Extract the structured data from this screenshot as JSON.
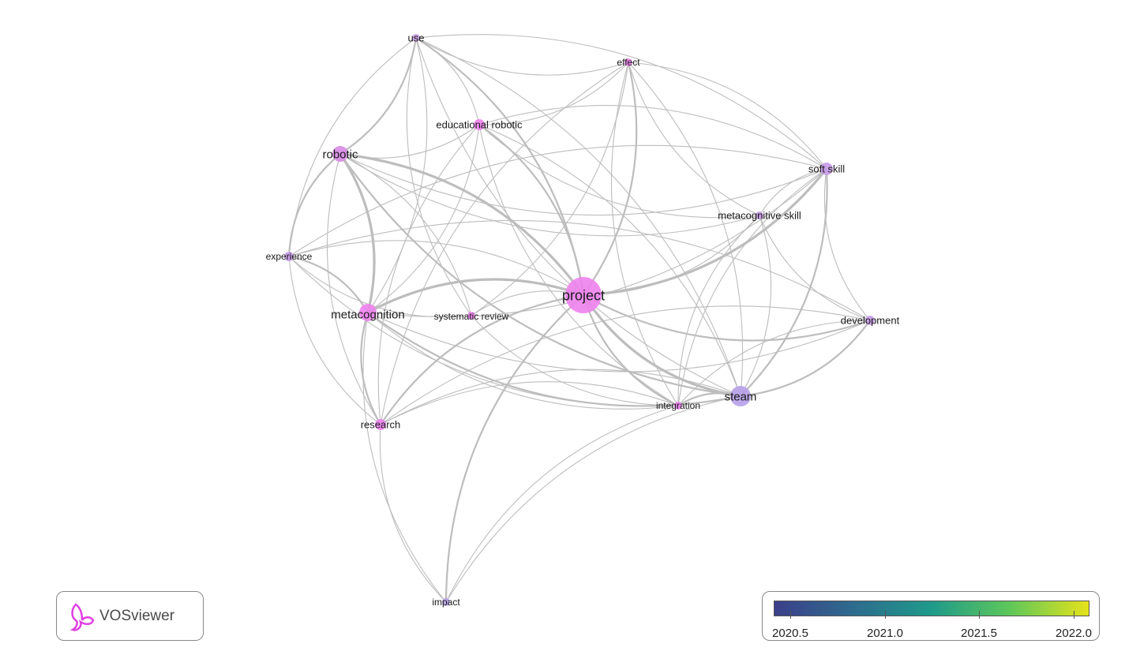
{
  "network": {
    "nodes": [
      {
        "id": "project",
        "label": "project",
        "color": "#ee82ee"
      },
      {
        "id": "metacognition",
        "label": "metacognition",
        "color": "#ee82ee"
      },
      {
        "id": "robotic",
        "label": "robotic",
        "color": "#d88ae6"
      },
      {
        "id": "steam",
        "label": "steam",
        "color": "#b6a0e8"
      },
      {
        "id": "soft_skill",
        "label": "soft skill",
        "color": "#c79ae8"
      },
      {
        "id": "educational_robotic",
        "label": "educational robotic",
        "color": "#ee82ee"
      },
      {
        "id": "use",
        "label": "use",
        "color": "#c8a0e6"
      },
      {
        "id": "effect",
        "label": "effect",
        "color": "#ee82ee"
      },
      {
        "id": "metacognitive_skill",
        "label": "metacognitive skill",
        "color": "#c79ae8"
      },
      {
        "id": "experience",
        "label": "experience",
        "color": "#c79ae8"
      },
      {
        "id": "systematic_review",
        "label": "systematic review",
        "color": "#ee82ee"
      },
      {
        "id": "development",
        "label": "development",
        "color": "#c79ae8"
      },
      {
        "id": "integration",
        "label": "integration",
        "color": "#ee82ee"
      },
      {
        "id": "research",
        "label": "research",
        "color": "#ee82ee"
      },
      {
        "id": "impact",
        "label": "impact",
        "color": "#b6a0e8"
      }
    ],
    "edges": [
      [
        "project",
        "metacognition",
        3
      ],
      [
        "project",
        "robotic",
        3
      ],
      [
        "project",
        "steam",
        3
      ],
      [
        "project",
        "soft_skill",
        3
      ],
      [
        "project",
        "educational_robotic",
        2
      ],
      [
        "project",
        "use",
        2
      ],
      [
        "project",
        "effect",
        2
      ],
      [
        "project",
        "metacognitive_skill",
        1
      ],
      [
        "project",
        "experience",
        1
      ],
      [
        "project",
        "systematic_review",
        1
      ],
      [
        "project",
        "development",
        2
      ],
      [
        "project",
        "integration",
        2
      ],
      [
        "project",
        "research",
        2
      ],
      [
        "project",
        "impact",
        2
      ],
      [
        "metacognition",
        "robotic",
        3
      ],
      [
        "metacognition",
        "steam",
        2
      ],
      [
        "metacognition",
        "soft_skill",
        1
      ],
      [
        "metacognition",
        "educational_robotic",
        1
      ],
      [
        "metacognition",
        "use",
        1
      ],
      [
        "metacognition",
        "experience",
        2
      ],
      [
        "metacognition",
        "research",
        2
      ],
      [
        "metacognition",
        "integration",
        1
      ],
      [
        "metacognition",
        "impact",
        1
      ],
      [
        "metacognition",
        "development",
        1
      ],
      [
        "robotic",
        "use",
        2
      ],
      [
        "robotic",
        "experience",
        2
      ],
      [
        "robotic",
        "steam",
        2
      ],
      [
        "robotic",
        "educational_robotic",
        1
      ],
      [
        "robotic",
        "soft_skill",
        1
      ],
      [
        "robotic",
        "research",
        1
      ],
      [
        "robotic",
        "metacognitive_skill",
        1
      ],
      [
        "steam",
        "soft_skill",
        2
      ],
      [
        "steam",
        "integration",
        2
      ],
      [
        "steam",
        "development",
        2
      ],
      [
        "steam",
        "metacognitive_skill",
        1
      ],
      [
        "steam",
        "educational_robotic",
        1
      ],
      [
        "steam",
        "use",
        1
      ],
      [
        "steam",
        "research",
        1
      ],
      [
        "steam",
        "impact",
        1
      ],
      [
        "steam",
        "effect",
        1
      ],
      [
        "soft_skill",
        "development",
        1
      ],
      [
        "soft_skill",
        "metacognitive_skill",
        1
      ],
      [
        "soft_skill",
        "effect",
        1
      ],
      [
        "soft_skill",
        "educational_robotic",
        1
      ],
      [
        "soft_skill",
        "experience",
        1
      ],
      [
        "soft_skill",
        "integration",
        1
      ],
      [
        "soft_skill",
        "use",
        1
      ],
      [
        "educational_robotic",
        "use",
        1
      ],
      [
        "educational_robotic",
        "effect",
        1
      ],
      [
        "educational_robotic",
        "integration",
        1
      ],
      [
        "educational_robotic",
        "research",
        1
      ],
      [
        "educational_robotic",
        "metacognitive_skill",
        1
      ],
      [
        "use",
        "effect",
        1
      ],
      [
        "use",
        "experience",
        1
      ],
      [
        "use",
        "systematic_review",
        1
      ],
      [
        "use",
        "steam",
        1
      ],
      [
        "effect",
        "metacognitive_skill",
        1
      ],
      [
        "effect",
        "integration",
        1
      ],
      [
        "effect",
        "research",
        1
      ],
      [
        "metacognitive_skill",
        "integration",
        1
      ],
      [
        "metacognitive_skill",
        "development",
        1
      ],
      [
        "experience",
        "research",
        1
      ],
      [
        "experience",
        "integration",
        1
      ],
      [
        "experience",
        "systematic_review",
        1
      ],
      [
        "systematic_review",
        "integration",
        1
      ],
      [
        "systematic_review",
        "robotic",
        1
      ],
      [
        "systematic_review",
        "effect",
        1
      ],
      [
        "development",
        "integration",
        1
      ],
      [
        "development",
        "research",
        1
      ],
      [
        "integration",
        "research",
        1
      ],
      [
        "integration",
        "impact",
        1
      ],
      [
        "research",
        "impact",
        1
      ],
      [
        "development",
        "experience",
        1
      ]
    ]
  },
  "logo": {
    "text": "VOSviewer"
  },
  "legend": {
    "ticks": [
      "2020.5",
      "2021.0",
      "2021.5",
      "2022.0"
    ],
    "colors": [
      "#3b3f8a",
      "#2e6b8e",
      "#1f9a8a",
      "#5ec75a",
      "#e6e31b"
    ]
  }
}
